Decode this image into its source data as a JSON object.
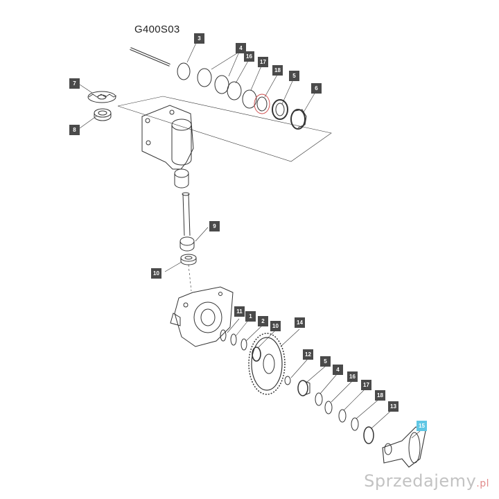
{
  "diagram": {
    "code": "G400S03",
    "callouts": {
      "c3": "3",
      "c4": "4",
      "c16a": "16",
      "c17a": "17",
      "c18a": "18",
      "c5a": "5",
      "c6": "6",
      "c7": "7",
      "c8": "8",
      "c9": "9",
      "c10a": "10",
      "c11": "11",
      "c1": "1",
      "c2": "2",
      "c10b": "10",
      "c14": "14",
      "c12": "12",
      "c5b": "5",
      "c4b": "4",
      "c16b": "16",
      "c17b": "17",
      "c18b": "18",
      "c13": "13",
      "c15": "15"
    },
    "highlight_color": "#5fc7e4",
    "callout_color": "#4a4a4a"
  },
  "watermark": {
    "text": "Sprzedajemy",
    "suffix": ".pl"
  }
}
